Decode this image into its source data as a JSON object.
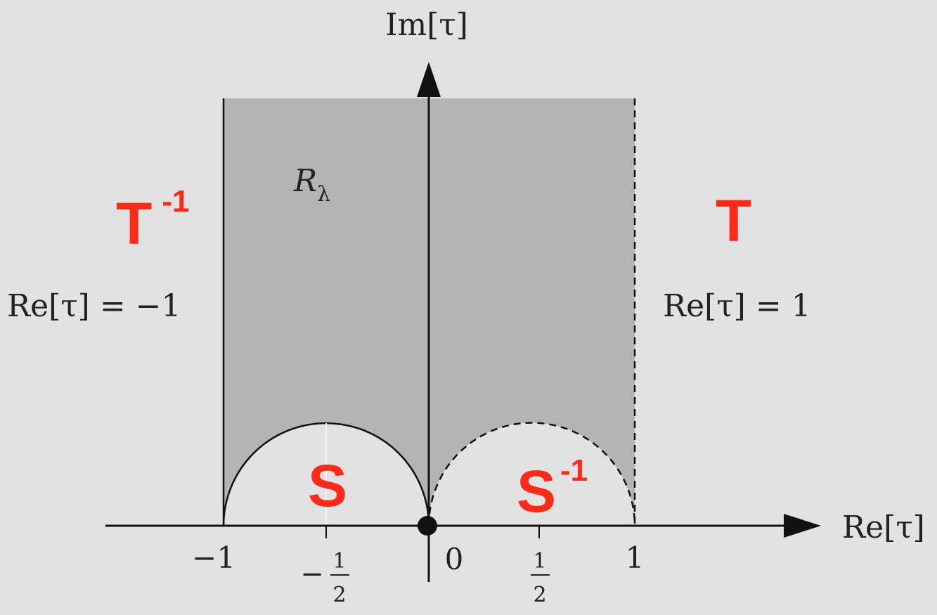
{
  "colors": {
    "background": "#e2e2e2",
    "region_fill": "#b4b4b4",
    "lines": "#111111",
    "red_labels": "#ff2a1a"
  },
  "axes": {
    "y_label": "Im[τ]",
    "x_label": "Re[τ]"
  },
  "region_label": {
    "base": "R",
    "sub": "λ"
  },
  "boundary_labels": {
    "left": "Re[τ] = −1",
    "right": "Re[τ] = 1"
  },
  "map_labels": {
    "t_inverse": {
      "base": "T",
      "sup": "-1"
    },
    "t": "T",
    "s": "S",
    "s_inverse": {
      "base": "S",
      "sup": "-1"
    }
  },
  "ticks": {
    "minus_one": "−1",
    "minus_half_sign": "−",
    "half_num": "1",
    "half_den": "2",
    "zero": "0",
    "one": "1"
  }
}
